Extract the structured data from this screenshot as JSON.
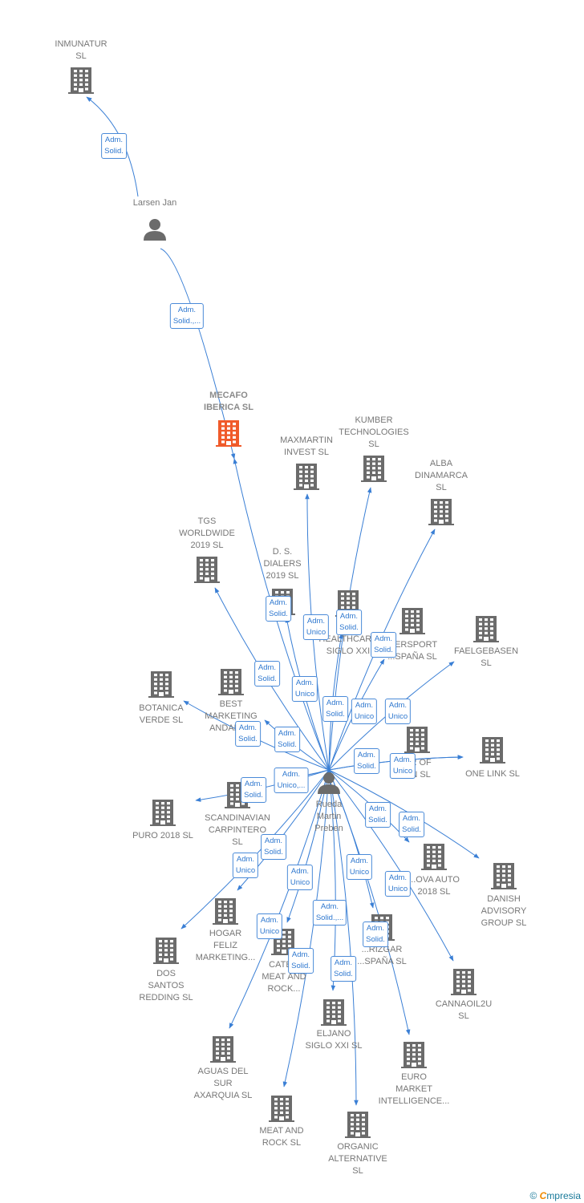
{
  "companies": [
    {
      "id": "inmunatur",
      "label": "INMUNATUR\nSL"
    },
    {
      "id": "mecafo",
      "label": "MECAFO\nIBERICA  SL",
      "focus": true
    },
    {
      "id": "maxmartin",
      "label": "MAXMARTIN\nINVEST SL"
    },
    {
      "id": "kumber",
      "label": "KUMBER\nTECHNOLOGIES\nSL"
    },
    {
      "id": "alba",
      "label": "ALBA\nDINAMARCA\nSL"
    },
    {
      "id": "tgs",
      "label": "TGS\nWORLDWIDE\n2019  SL"
    },
    {
      "id": "ds",
      "label": "D. S.\nDIALERS\n2019  SL"
    },
    {
      "id": "healthcare",
      "label": "...ON\nHEALTHCARE\nSIGLO XXI"
    },
    {
      "id": "intersport",
      "label": "...ERSPORT\n...SPAÑA SL"
    },
    {
      "id": "faelgebasen",
      "label": "FAELGEBASEN\nSL"
    },
    {
      "id": "botanica",
      "label": "BOTANICA\nVERDE  SL"
    },
    {
      "id": "best",
      "label": "BEST\nMARKETING\nANDALU..."
    },
    {
      "id": "world",
      "label": "...R OF\n...N  SL"
    },
    {
      "id": "onelink",
      "label": "ONE LINK  SL"
    },
    {
      "id": "puro",
      "label": "PURO 2018  SL"
    },
    {
      "id": "scandinavian",
      "label": "SCANDINAVIAN\nCARPINTERO\nSL"
    },
    {
      "id": "nova",
      "label": "...OVA AUTO\n2018  SL"
    },
    {
      "id": "danish",
      "label": "DANISH\nADVISORY\nGROUP  SL"
    },
    {
      "id": "hogar",
      "label": "HOGAR\nFELIZ\nMARKETING..."
    },
    {
      "id": "dos",
      "label": "DOS\nSANTOS\nREDDING SL"
    },
    {
      "id": "catering",
      "label": "CATE...\nMEAT AND\nROCK..."
    },
    {
      "id": "rizgar",
      "label": "...RIZGAR\n...SPAÑA SL"
    },
    {
      "id": "cannaoil",
      "label": "CANNAOIL2U\nSL"
    },
    {
      "id": "eljano",
      "label": "ELJANO\nSIGLO XXI  SL"
    },
    {
      "id": "aguas",
      "label": "AGUAS DEL\nSUR\nAXARQUIA  SL"
    },
    {
      "id": "euro",
      "label": "EURO\nMARKET\nINTELLIGENCE..."
    },
    {
      "id": "meat",
      "label": "MEAT AND\nROCK SL"
    },
    {
      "id": "organic",
      "label": "ORGANIC\nALTERNATIVE\nSL"
    }
  ],
  "persons": [
    {
      "id": "larsen",
      "label": "Larsen Jan"
    },
    {
      "id": "rueda",
      "label": "Rueda\nMartin\nPreben"
    }
  ],
  "relations": [
    {
      "from": "larsen",
      "to": "inmunatur",
      "label": "Adm.\nSolid."
    },
    {
      "from": "larsen",
      "to": "mecafo",
      "label": "Adm.\nSolid.,..."
    },
    {
      "from": "rueda",
      "to": "mecafo",
      "label": "Adm.\nSolid."
    },
    {
      "from": "rueda",
      "to": "maxmartin",
      "label": "Adm.\nUnico"
    },
    {
      "from": "rueda",
      "to": "kumber",
      "label": "Adm.\nSolid."
    },
    {
      "from": "rueda",
      "to": "alba",
      "label": "Adm.\nSolid."
    },
    {
      "from": "rueda",
      "to": "tgs",
      "label": "Adm.\nSolid."
    },
    {
      "from": "rueda",
      "to": "ds",
      "label": "Adm.\nUnico"
    },
    {
      "from": "rueda",
      "to": "healthcare",
      "label": "Adm.\nSolid."
    },
    {
      "from": "rueda",
      "to": "intersport",
      "label": "Adm.\nUnico"
    },
    {
      "from": "rueda",
      "to": "faelgebasen",
      "label": "Adm.\nUnico"
    },
    {
      "from": "rueda",
      "to": "botanica",
      "label": "Adm.\nSolid."
    },
    {
      "from": "rueda",
      "to": "best",
      "label": "Adm.\nSolid."
    },
    {
      "from": "rueda",
      "to": "world",
      "label": "Adm.\nSolid."
    },
    {
      "from": "rueda",
      "to": "onelink",
      "label": "Adm.\nUnico"
    },
    {
      "from": "rueda",
      "to": "puro",
      "label": "Adm.\nUnico,..."
    },
    {
      "from": "rueda",
      "to": "scandinavian",
      "label": "Adm.\nSolid."
    },
    {
      "from": "rueda",
      "to": "nova",
      "label": "Adm.\nSolid."
    },
    {
      "from": "rueda",
      "to": "danish",
      "label": "Adm.\nSolid."
    },
    {
      "from": "rueda",
      "to": "hogar",
      "label": "Adm.\nSolid."
    },
    {
      "from": "rueda",
      "to": "dos",
      "label": "Adm.\nUnico"
    },
    {
      "from": "rueda",
      "to": "catering",
      "label": "Adm.\nUnico"
    },
    {
      "from": "rueda",
      "to": "rizgar",
      "label": "Adm.\nUnico"
    },
    {
      "from": "rueda",
      "to": "cannaoil",
      "label": "Adm.\nUnico"
    },
    {
      "from": "rueda",
      "to": "eljano",
      "label": "Adm.\nSolid.,..."
    },
    {
      "from": "rueda",
      "to": "aguas",
      "label": "Adm.\nUnico"
    },
    {
      "from": "rueda",
      "to": "euro",
      "label": "Adm.\nSolid."
    },
    {
      "from": "rueda",
      "to": "meat",
      "label": "Adm.\nSolid."
    },
    {
      "from": "rueda",
      "to": "organic",
      "label": "Adm.\nSolid."
    }
  ],
  "colors": {
    "edge": "#3a7fd5",
    "building": "#6b6b6b",
    "focus": "#f05a2a",
    "person": "#6b6b6b"
  },
  "footer": {
    "copyright": "©",
    "brand_initial": "C",
    "brand_rest": "mpresia"
  }
}
